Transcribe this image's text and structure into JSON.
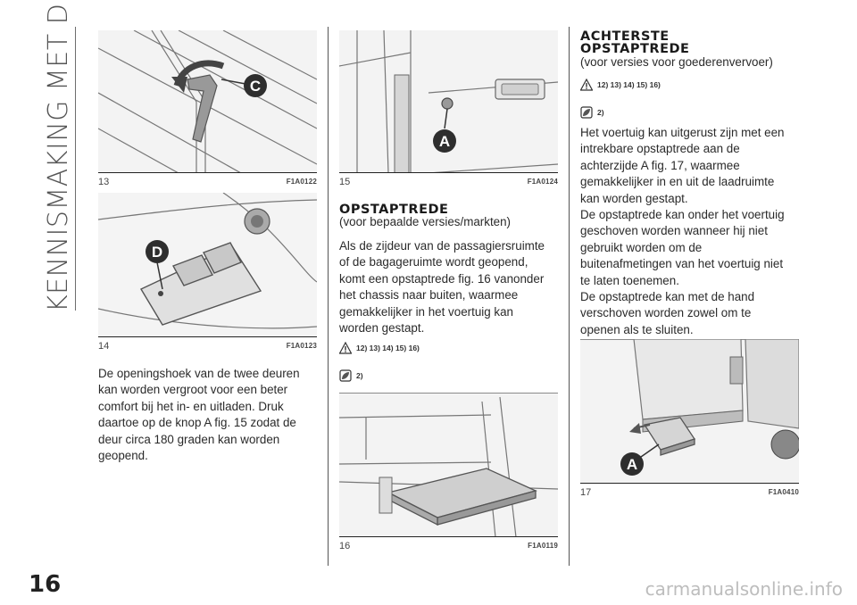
{
  "side_title": "KENNISMAKING MET DE AUTO",
  "page_number": "16",
  "watermark": "carmanualsonline.info",
  "figures": {
    "f13": {
      "number": "13",
      "code": "F1A0122",
      "callout": "C"
    },
    "f14": {
      "number": "14",
      "code": "F1A0123",
      "callout": "D"
    },
    "f15": {
      "number": "15",
      "code": "F1A0124",
      "callout": "A"
    },
    "f16": {
      "number": "16",
      "code": "F1A0119"
    },
    "f17": {
      "number": "17",
      "code": "F1A0410",
      "callout": "A"
    }
  },
  "col1": {
    "paragraph_lines": [
      "De openingshoek van de twee deuren",
      "kan worden vergroot voor een beter",
      "comfort bij het in- en uitladen. Druk",
      "daartoe op de knop A fig. 15 zodat de",
      "deur circa 180 graden kan worden",
      "geopend."
    ]
  },
  "col2": {
    "heading": "OPSTAPTREDE",
    "subheading": "(voor bepaalde versies/markten)",
    "paragraph_lines": [
      "Als de zijdeur van de passagiersruimte",
      "of de bagageruimte wordt geopend,",
      "komt een opstaptrede fig. 16 vanonder",
      "het chassis naar buiten, waarmee",
      "gemakkelijker in het voertuig kan",
      "worden gestapt."
    ],
    "warning_refs": "12) 13) 14) 15) 16)",
    "caution_refs": "2)"
  },
  "col3": {
    "heading_line1": "ACHTERSTE",
    "heading_line2": "OPSTAPTREDE",
    "subheading": "(voor versies voor goederenvervoer)",
    "warning_refs": "12) 13) 14) 15) 16)",
    "caution_refs": "2)",
    "paragraph_lines": [
      "Het voertuig kan uitgerust zijn met een",
      "intrekbare opstaptrede aan de",
      "achterzijde A fig. 17, waarmee",
      "gemakkelijker in en uit de laadruimte",
      "kan worden gestapt.",
      "De opstaptrede kan onder het voertuig",
      "geschoven worden wanneer hij niet",
      "gebruikt worden om de",
      "buitenafmetingen van het voertuig niet",
      "te laten toenemen.",
      "De opstaptrede kan met de hand",
      "verschoven worden zowel om te",
      "openen als te sluiten."
    ]
  }
}
